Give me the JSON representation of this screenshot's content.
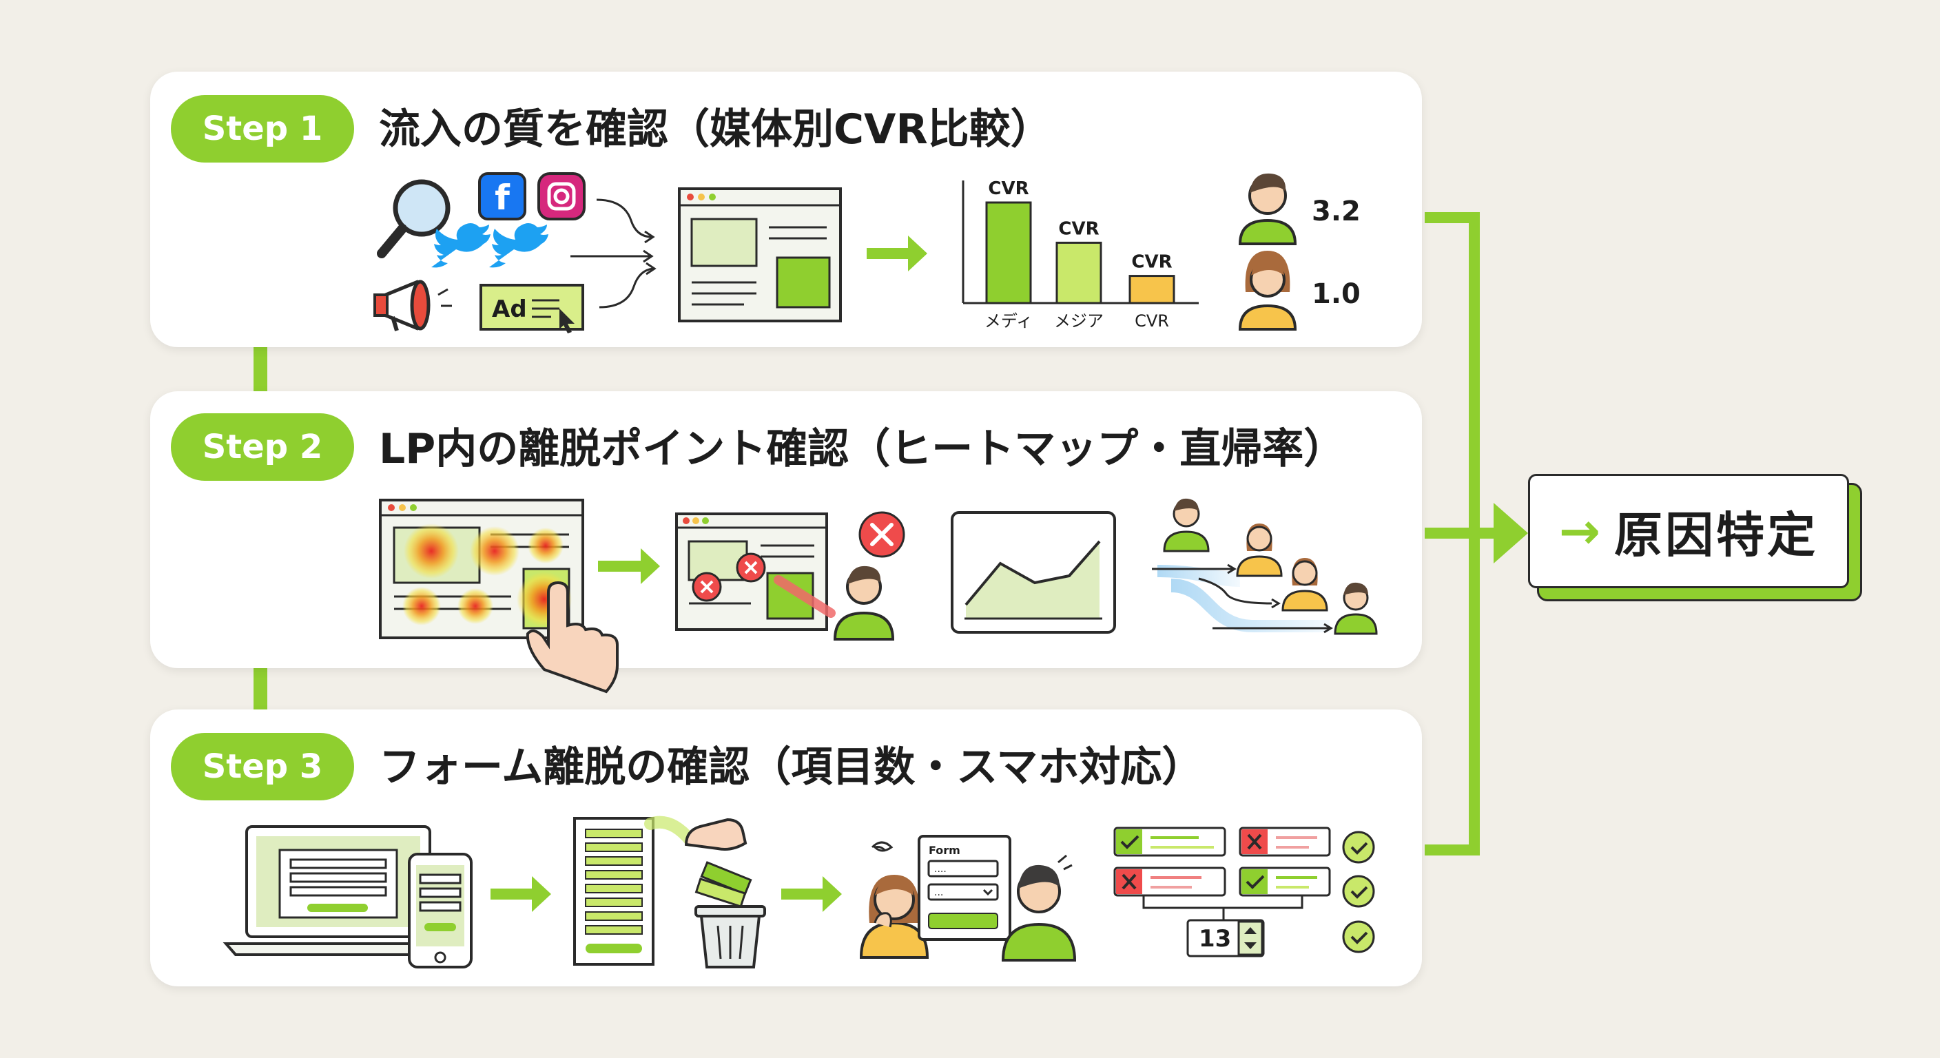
{
  "steps": [
    {
      "badge": "Step 1",
      "title": "流入の質を確認（媒体別CVR比較）"
    },
    {
      "badge": "Step 2",
      "title": "LP内の離脱ポイント確認（ヒートマップ・直帰率）"
    },
    {
      "badge": "Step 3",
      "title": "フォーム離脱の確認（項目数・スマホ対応）"
    }
  ],
  "step1": {
    "ad_label": "Ad",
    "bar_labels": [
      "CVR",
      "CVR",
      "CVR"
    ],
    "bar_values": [
      100,
      60,
      27
    ],
    "axis_labels": [
      "メディ",
      "メジア",
      "CVR"
    ],
    "persona_values": [
      "3.2",
      "1.0"
    ]
  },
  "step3": {
    "form_label": "Form",
    "form_field_text": "....",
    "form_select_text": "...",
    "field_count": "13"
  },
  "result": {
    "arrow": "→",
    "label": "原因特定"
  },
  "colors": {
    "accent": "#8fcf2f",
    "light_green": "#c9e86a",
    "bar_yellow": "#f7c44b"
  }
}
